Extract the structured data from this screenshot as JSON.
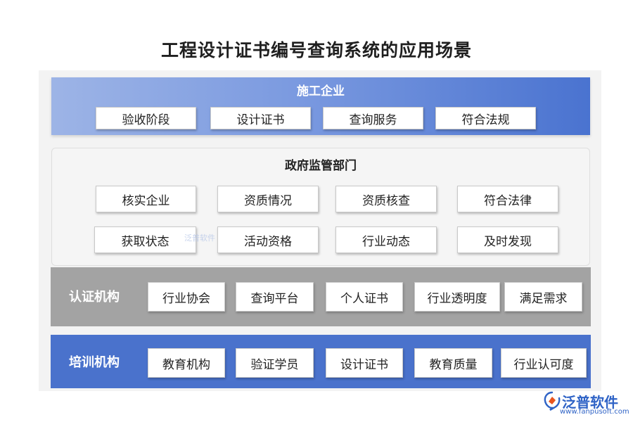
{
  "title": "工程设计证书编号查询系统的应用场景",
  "sections": {
    "construction": {
      "title": "施工企业",
      "items": [
        "验收阶段",
        "设计证书",
        "查询服务",
        "符合法规"
      ]
    },
    "government": {
      "title": "政府监管部门",
      "rows": [
        [
          "核实企业",
          "资质情况",
          "资质核查",
          "符合法律"
        ],
        [
          "获取状态",
          "活动资格",
          "行业动态",
          "及时发现"
        ]
      ]
    },
    "certification": {
      "title": "认证机构",
      "items": [
        "行业协会",
        "查询平台",
        "个人证书",
        "行业透明度",
        "满足需求"
      ]
    },
    "training": {
      "title": "培训机构",
      "items": [
        "教育机构",
        "验证学员",
        "设计证书",
        "教育质量",
        "行业认可度"
      ]
    }
  },
  "watermark": "泛普软件",
  "logo": {
    "name": "泛普软件",
    "url": "www.fanpusoft.com"
  },
  "colors": {
    "construction_start": "#9db4e6",
    "construction_end": "#4a73d0",
    "certification_bg": "#a3a3a3",
    "training_bg": "#4a72cc"
  }
}
